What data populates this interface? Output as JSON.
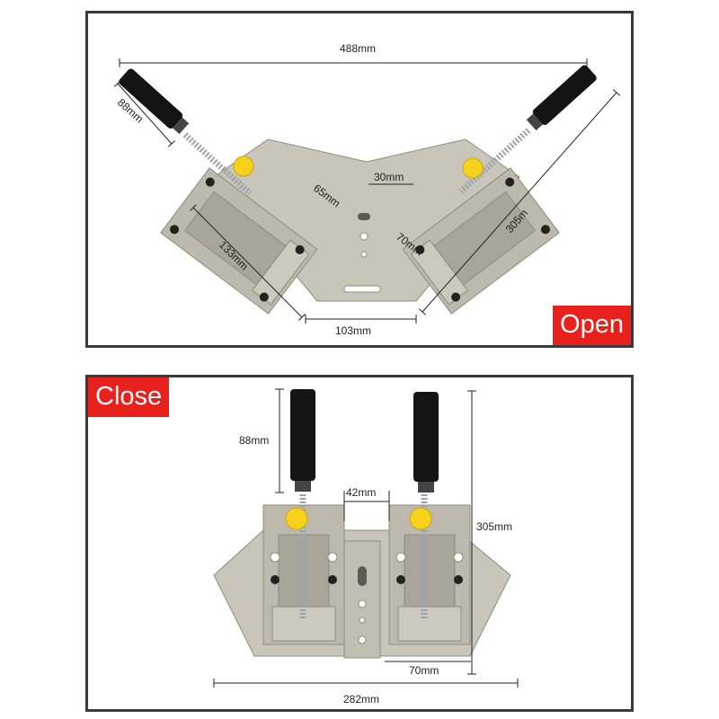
{
  "open_panel": {
    "badge": "Open",
    "dimensions": {
      "total_width": "488mm",
      "handle_length": "88mm",
      "height": "305m",
      "jaw_depth": "65mm",
      "jaw_width": "70mm",
      "opening": "30mm",
      "side_length": "133mm",
      "base_width": "103mm"
    }
  },
  "close_panel": {
    "badge": "Close",
    "dimensions": {
      "handle_length": "88mm",
      "gap": "42mm",
      "height": "305mm",
      "jaw_width": "70mm",
      "total_width": "282mm"
    }
  },
  "colors": {
    "badge": "#e8211c",
    "body": "#c4c0b3",
    "handle": "#111111",
    "knob": "#f6d21c",
    "border": "#3a3a3a"
  }
}
